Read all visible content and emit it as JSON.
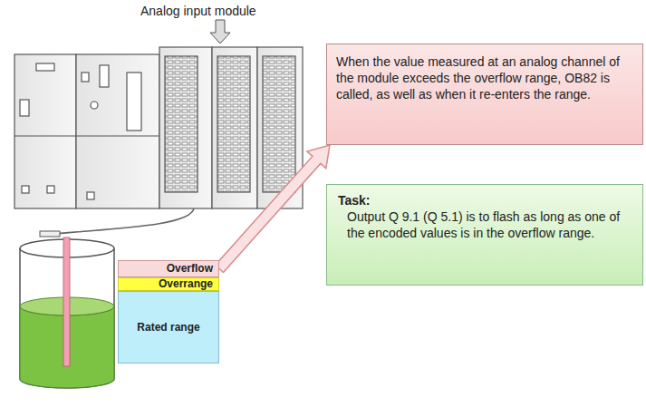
{
  "diagram": {
    "nodes": [
      {
        "text": [
          "Overflow"
        ]
      },
      {
        "text": [
          "Overrange"
        ]
      },
      {
        "text": [
          "Rated range"
        ]
      },
      {
        "text": [
          "When the value measured at an analog channel of the module exceeds the overflow range, OB82 is called, as well as when it re-enters the range."
        ]
      },
      {
        "text": [
          "Task:",
          "Output Q 9.1 (Q 5.1) is to flash as long as one of the encoded values is in the overflow range."
        ]
      }
    ],
    "edges": [
      {
        "from": 0,
        "to": 3,
        "arrow": "to"
      }
    ],
    "labels": [
      "Analog input module"
    ]
  }
}
